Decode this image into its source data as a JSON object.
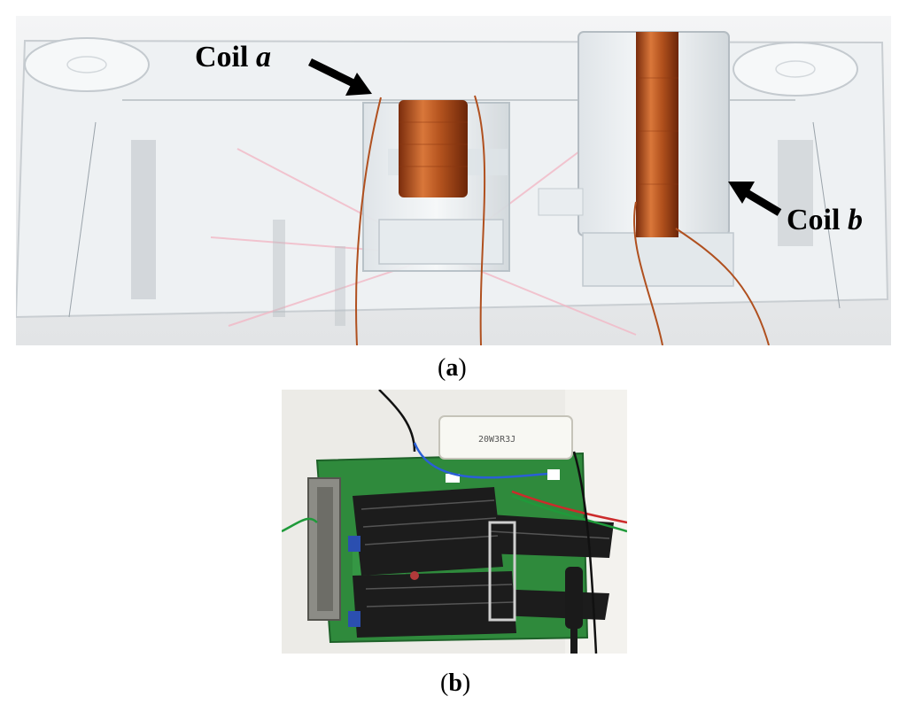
{
  "figure": {
    "panel_a": {
      "caption_open": "(",
      "caption_letter": "a",
      "caption_close": ")",
      "coil_a_word": "Coil",
      "coil_a_var": "a",
      "coil_b_word": "Coil",
      "coil_b_var": "b"
    },
    "panel_b": {
      "caption_open": "(",
      "caption_letter": "b",
      "caption_close": ")",
      "resistor_marking": "20W3R3J"
    }
  },
  "colors": {
    "copper": "#b4531e",
    "acrylic": "#e9edf0",
    "pcb": "#2f8a3c",
    "heatsink": "#1c1c1c"
  }
}
